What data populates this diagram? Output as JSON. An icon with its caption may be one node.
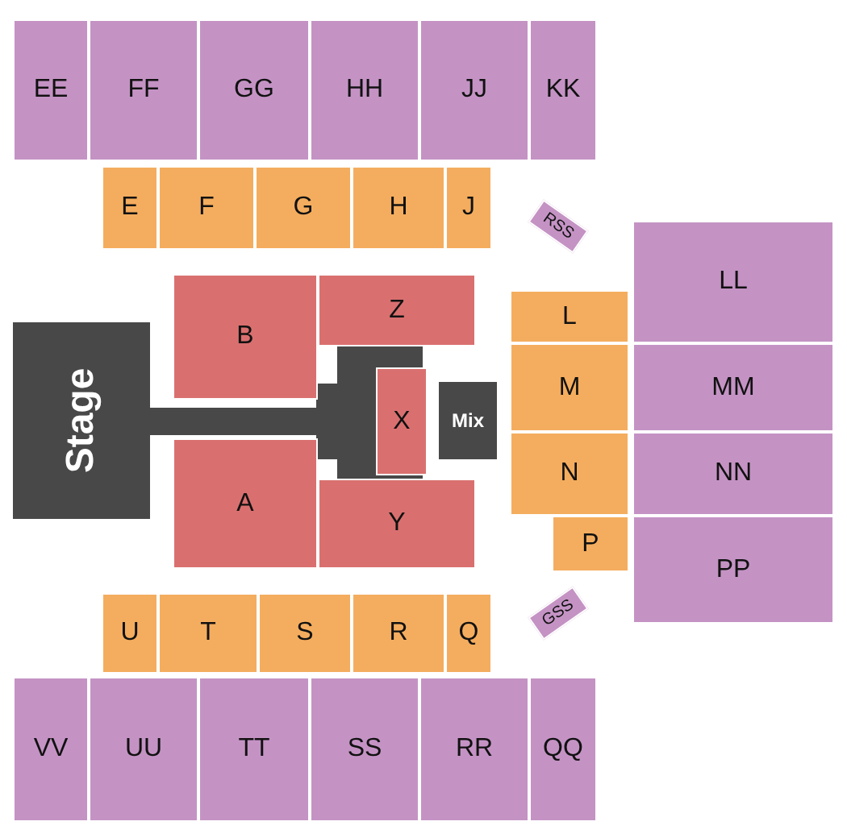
{
  "diagram": {
    "nodes": [
      {
        "text": [
          "EE"
        ]
      },
      {
        "text": [
          "FF"
        ]
      },
      {
        "text": [
          "GG"
        ]
      },
      {
        "text": [
          "HH"
        ]
      },
      {
        "text": [
          "JJ"
        ]
      },
      {
        "text": [
          "KK"
        ]
      },
      {
        "text": [
          "E"
        ]
      },
      {
        "text": [
          "F"
        ]
      },
      {
        "text": [
          "G"
        ]
      },
      {
        "text": [
          "H"
        ]
      },
      {
        "text": [
          "J"
        ]
      },
      {
        "text": [
          "RSS"
        ]
      },
      {
        "text": [
          "LL"
        ]
      },
      {
        "text": [
          "B"
        ]
      },
      {
        "text": [
          "Z"
        ]
      },
      {
        "text": [
          "L"
        ]
      },
      {
        "text": [
          "Stage"
        ]
      },
      {
        "text": [
          "X"
        ]
      },
      {
        "text": [
          "Mix"
        ]
      },
      {
        "text": [
          "M"
        ]
      },
      {
        "text": [
          "MM"
        ]
      },
      {
        "text": [
          "N"
        ]
      },
      {
        "text": [
          "NN"
        ]
      },
      {
        "text": [
          "A"
        ]
      },
      {
        "text": [
          "Y"
        ]
      },
      {
        "text": [
          "P"
        ]
      },
      {
        "text": [
          "PP"
        ]
      },
      {
        "text": [
          "U"
        ]
      },
      {
        "text": [
          "T"
        ]
      },
      {
        "text": [
          "S"
        ]
      },
      {
        "text": [
          "R"
        ]
      },
      {
        "text": [
          "Q"
        ]
      },
      {
        "text": [
          "GSS"
        ]
      },
      {
        "text": [
          "VV"
        ]
      },
      {
        "text": [
          "UU"
        ]
      },
      {
        "text": [
          "TT"
        ]
      },
      {
        "text": [
          "SS"
        ]
      },
      {
        "text": [
          "RR"
        ]
      },
      {
        "text": [
          "QQ"
        ]
      }
    ]
  }
}
